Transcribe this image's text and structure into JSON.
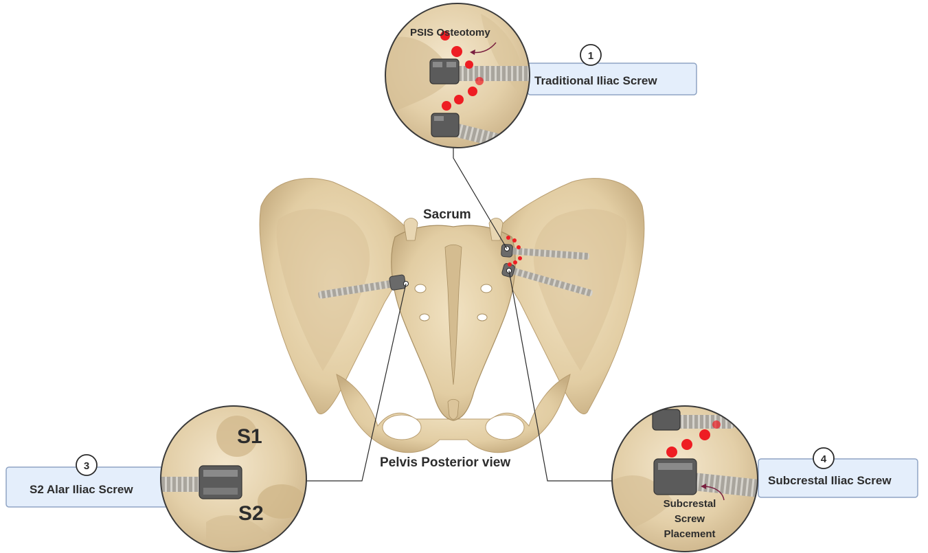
{
  "labels": {
    "sacrum": "Sacrum",
    "pelvis_view": "Pelvis Posterior view",
    "psis": "PSIS Osteotomy",
    "s1": "S1",
    "s2": "S2",
    "subcrestal_placement_line1": "Subcrestal",
    "subcrestal_placement_line2": "Screw",
    "subcrestal_placement_line3": "Placement"
  },
  "callouts": [
    {
      "number": "1",
      "label": "Traditional Iliac Screw"
    },
    {
      "number": "3",
      "label": "S2 Alar Iliac Screw"
    },
    {
      "number": "4",
      "label": "Subcrestal Iliac Screw"
    }
  ],
  "colors": {
    "bone": "#e6d3ad",
    "bone_shade": "#c9b186",
    "bone_dark": "#a88f63",
    "screw": "#9e9a92",
    "screw_head": "#5b5b5b",
    "marker_red": "#ee1d23",
    "callout_fill": "#e4eefb",
    "callout_stroke": "#8fa4c4",
    "arrow": "#7a2040"
  }
}
